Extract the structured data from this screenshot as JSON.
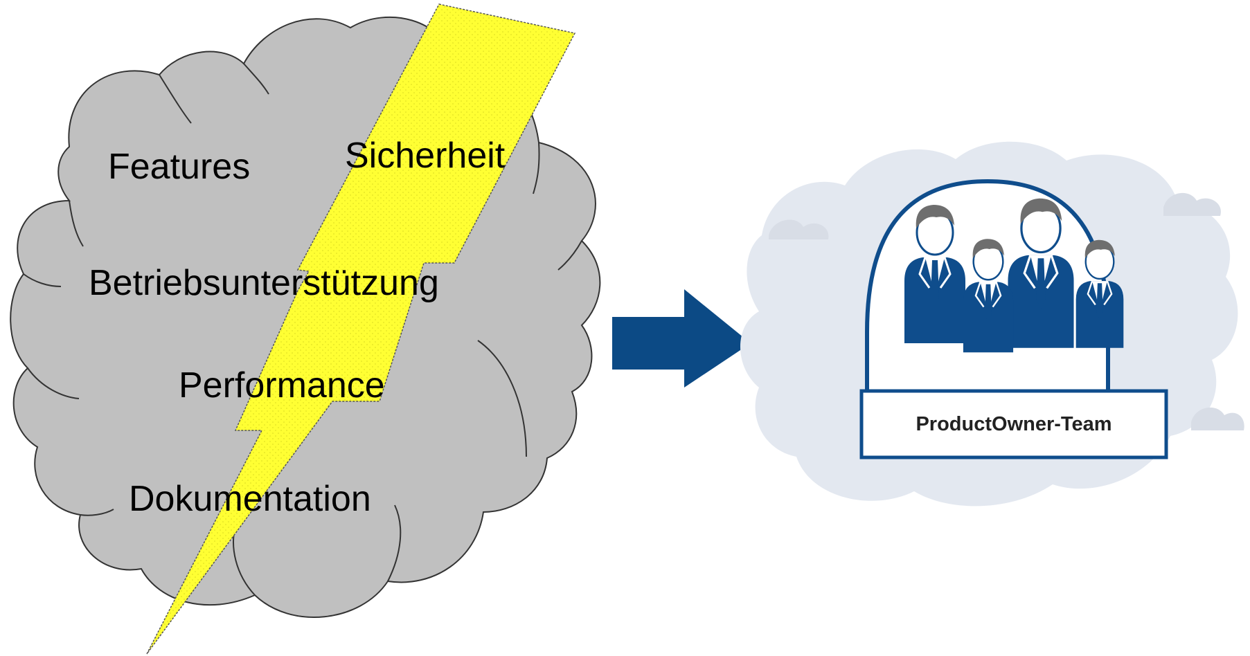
{
  "problem_cloud": {
    "items": {
      "features": "Features",
      "sicherheit": "Sicherheit",
      "betriebsunterstuetzung": "Betriebsunterstützung",
      "performance": "Performance",
      "dokumentation": "Dokumentation"
    }
  },
  "team": {
    "label": "ProductOwner-Team"
  },
  "colors": {
    "cloud_fill": "#c0c0c0",
    "lightning_fill": "#ffff33",
    "arrow_fill": "#0c4a85",
    "person_suit": "#0f4d8c",
    "person_face": "#ffffff",
    "person_hair": "#6e6e6e",
    "background_cloud": "#e3e8f0"
  },
  "icons": {
    "lightning": "lightning-bolt-icon",
    "arrow": "arrow-right-icon",
    "team": "team-people-icon"
  }
}
